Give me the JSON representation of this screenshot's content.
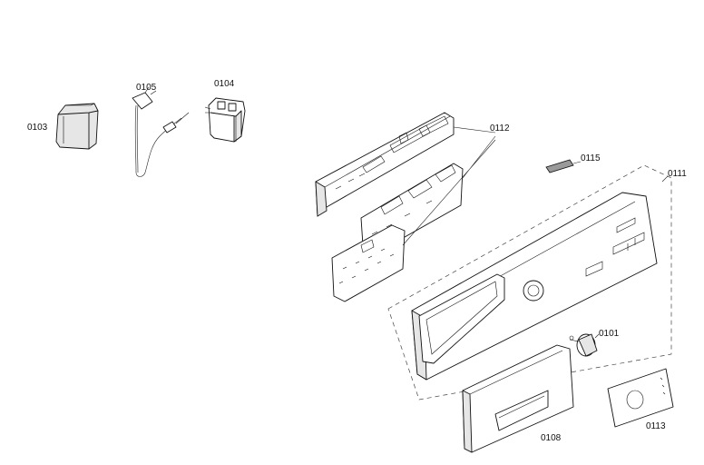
{
  "parts": [
    {
      "id": "0103",
      "label": "0103"
    },
    {
      "id": "0105",
      "label": "0105"
    },
    {
      "id": "0104",
      "label": "0104"
    },
    {
      "id": "0112",
      "label": "0112"
    },
    {
      "id": "0115",
      "label": "0115"
    },
    {
      "id": "0111",
      "label": "0111"
    },
    {
      "id": "0101",
      "label": "0101"
    },
    {
      "id": "0108",
      "label": "0108"
    },
    {
      "id": "0113",
      "label": "0113"
    }
  ]
}
